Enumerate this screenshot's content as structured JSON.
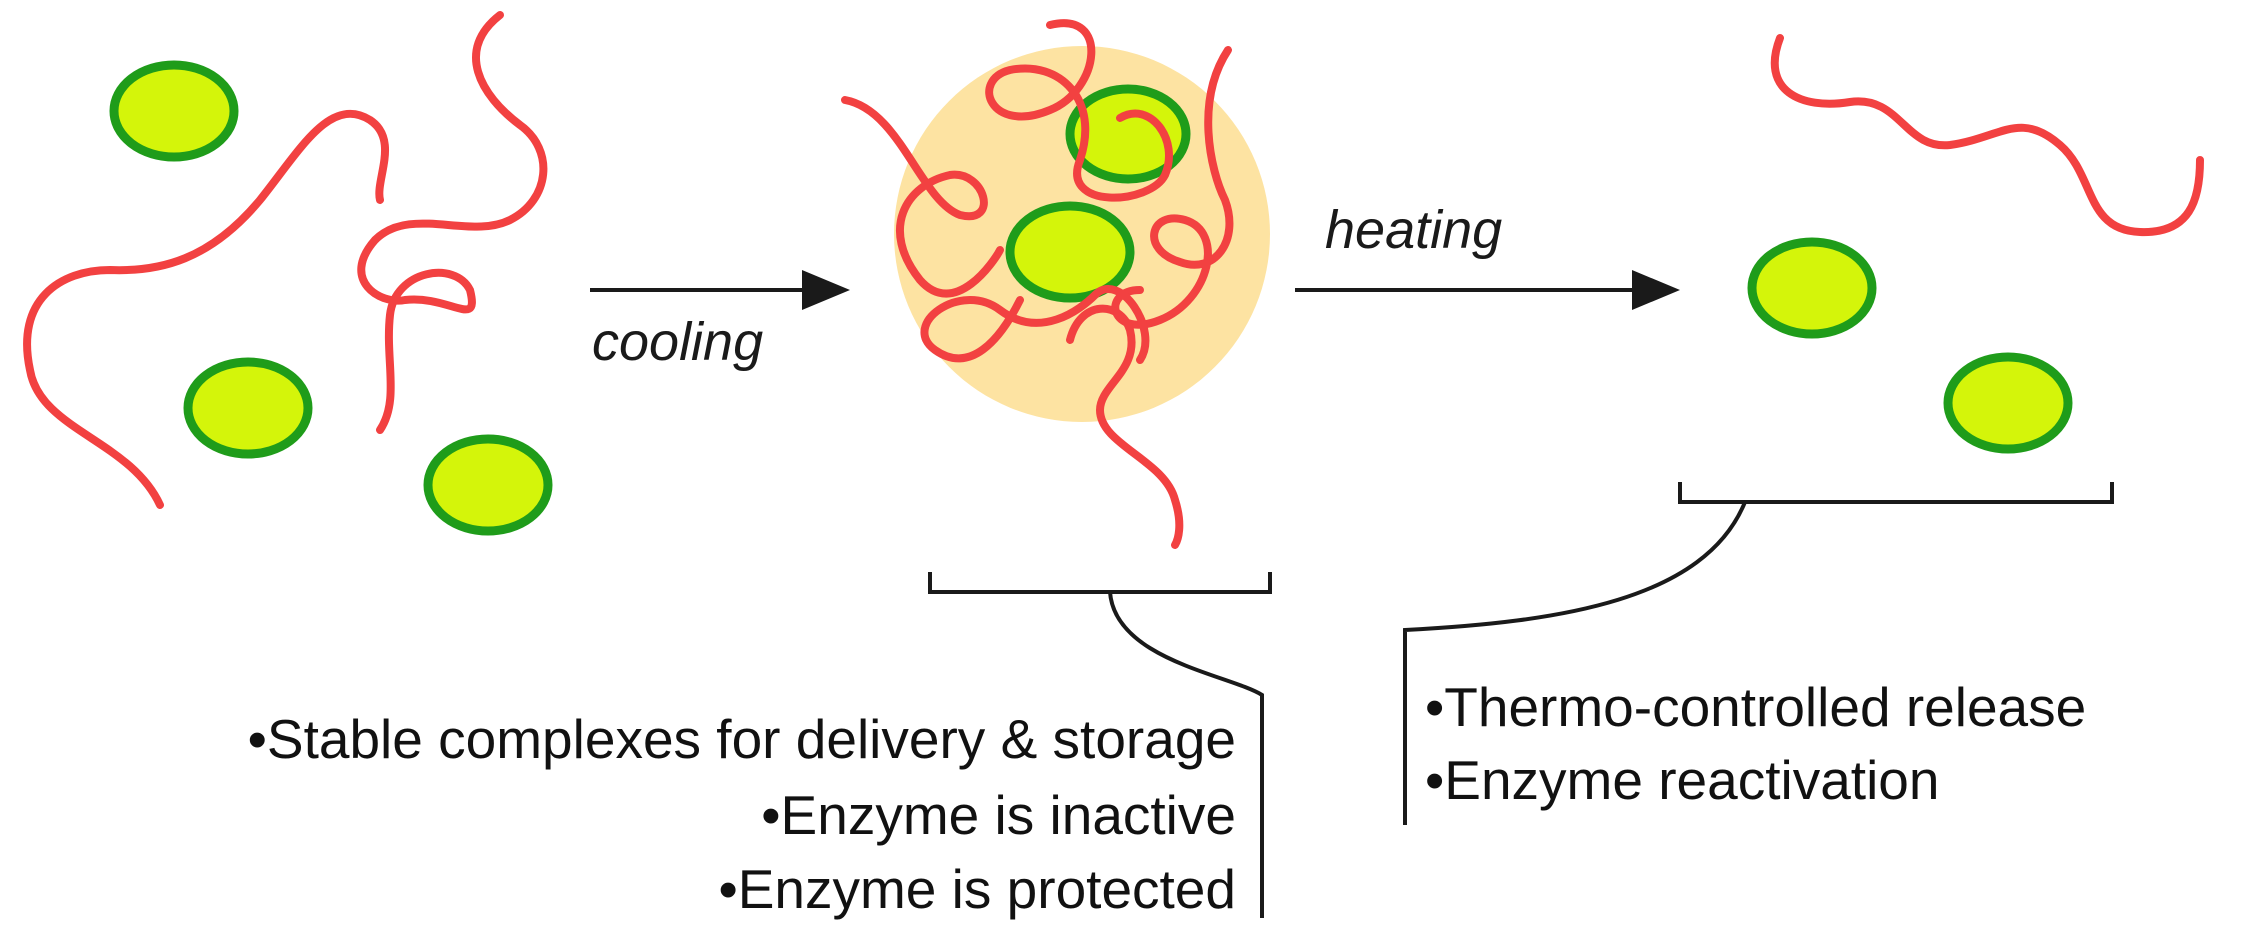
{
  "arrows": {
    "cooling_label": "cooling",
    "heating_label": "heating"
  },
  "notes": {
    "complex_properties": [
      "•Stable complexes for delivery & storage",
      "•Enzyme is inactive",
      "•Enzyme is protected"
    ],
    "released_properties": [
      "•Thermo-controlled release",
      "•Enzyme reactivation"
    ]
  },
  "colors": {
    "polymer": "#f24141",
    "enzyme_fill": "#d4f50a",
    "enzyme_border": "#1f9c1a",
    "complex_halo": "#fde3a2",
    "line": "#1a1a1a"
  }
}
